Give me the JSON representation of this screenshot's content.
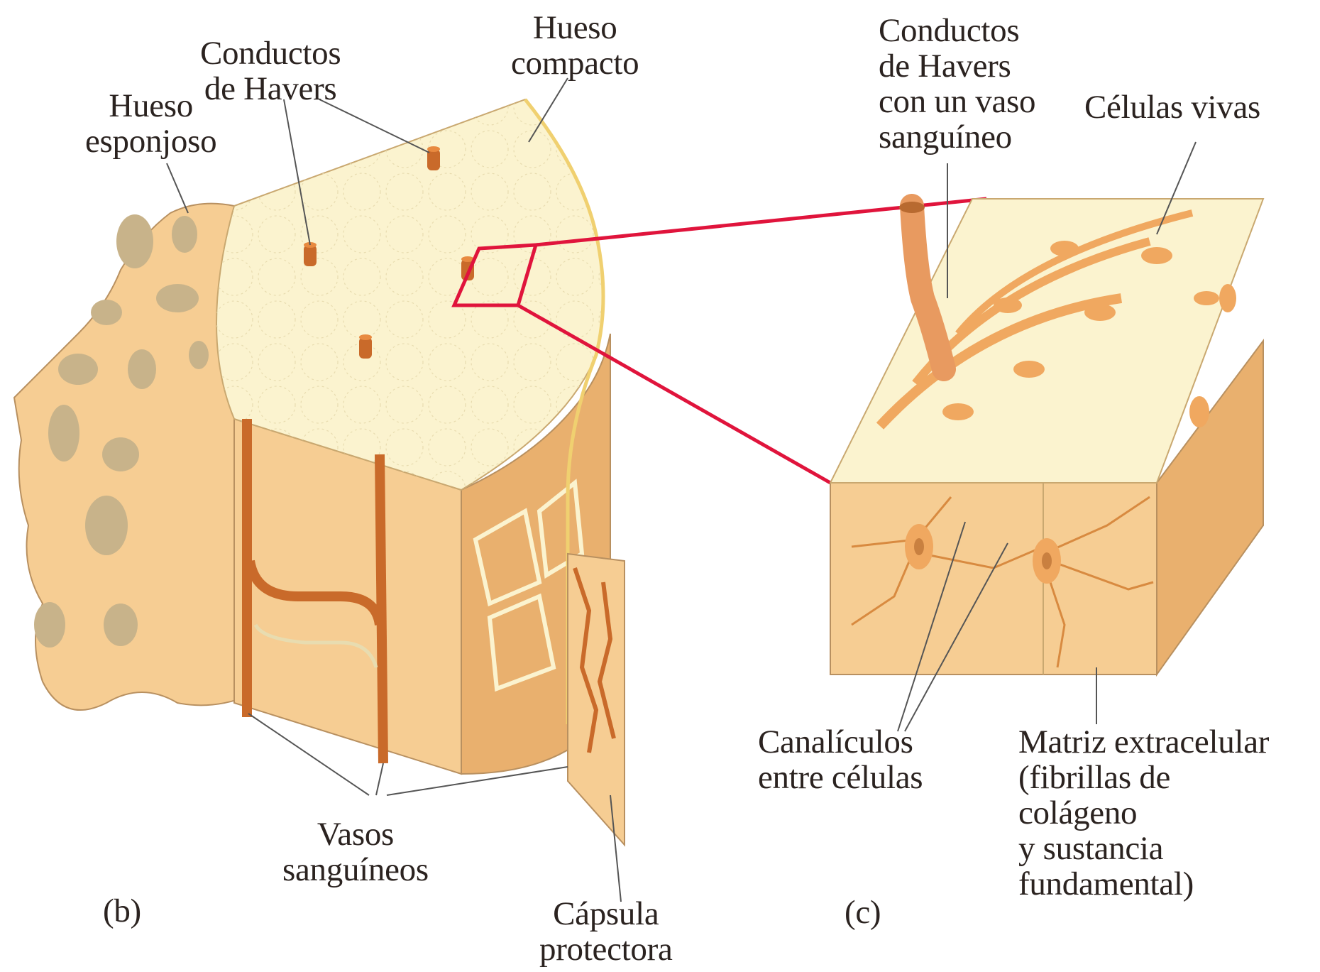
{
  "figure": {
    "panel_b": {
      "tag": "(b)",
      "labels": {
        "hueso_esponjoso": [
          "Hueso",
          "esponjoso"
        ],
        "conductos_havers": [
          "Conductos",
          "de Havers"
        ],
        "hueso_compacto": [
          "Hueso",
          "compacto"
        ],
        "vasos_sanguineos": [
          "Vasos",
          "sanguíneos"
        ],
        "capsula_protectora": [
          "Cápsula",
          "protectora"
        ]
      }
    },
    "panel_c": {
      "tag": "(c)",
      "labels": {
        "conductos_havers_vaso": [
          "Conductos",
          "de Havers",
          "con un vaso",
          "sanguíneo"
        ],
        "celulas_vivas": [
          "Células vivas"
        ],
        "canaliculos": [
          "Canalículos",
          "entre células"
        ],
        "matriz": [
          "Matriz extracelular",
          "(fibrillas de",
          "colágeno",
          "y sustancia",
          "fundamental)"
        ]
      }
    },
    "colors": {
      "bone_top": "#fbf3cf",
      "bone_side": "#f6cd93",
      "bone_dark": "#e9b06e",
      "vessel": "#c96a2a",
      "cell": "#f0a860",
      "zoom_line": "#e0143c",
      "leader": "#555555"
    }
  }
}
